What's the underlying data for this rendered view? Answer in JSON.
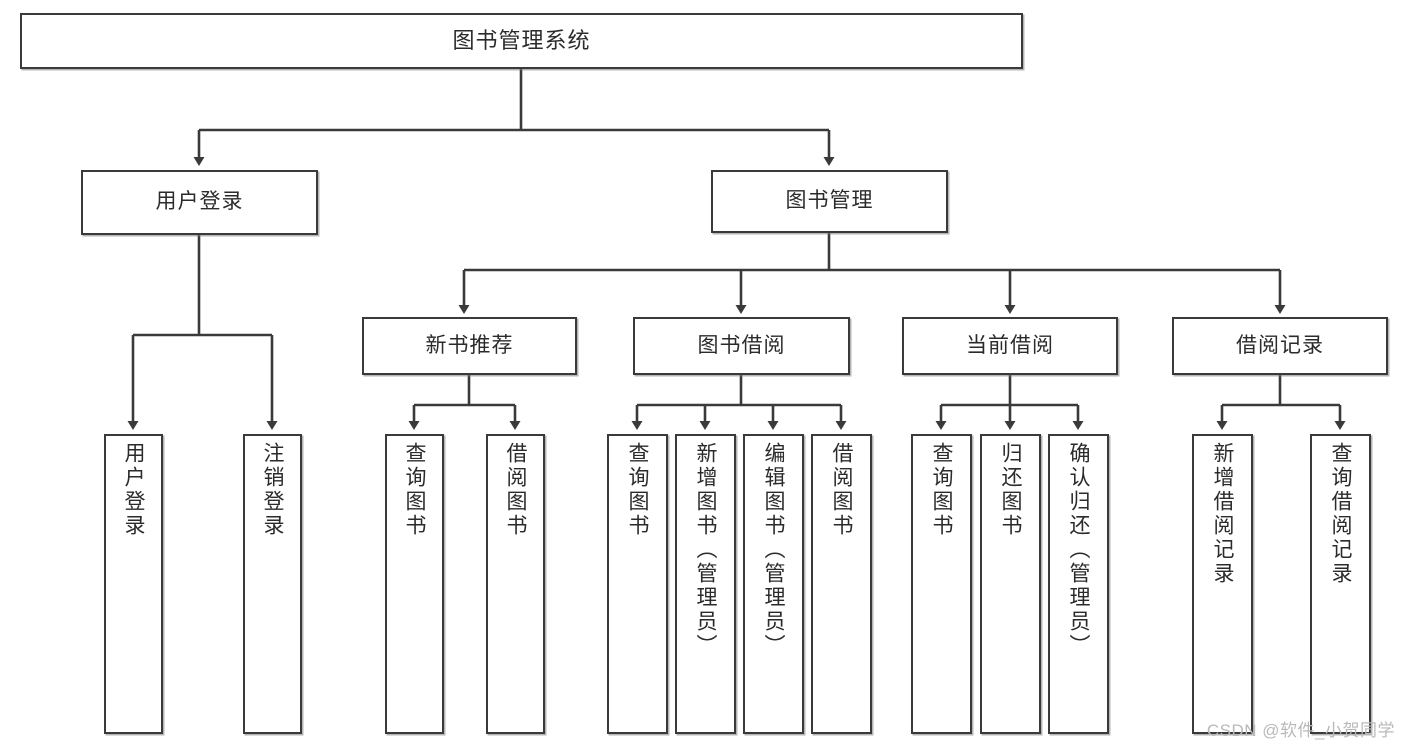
{
  "diagram": {
    "title": "图书管理系统",
    "type": "tree",
    "watermark": "CSDN @软件_小贺同学",
    "colors": {
      "border": "#3a3a3a",
      "fill": "#ffffff",
      "text": "#2b2b2b",
      "watermark": "#b9b9b9",
      "background": "#ffffff"
    },
    "nodes": {
      "root": {
        "label": "图书管理系统"
      },
      "tier1": [
        {
          "label": "用户登录"
        },
        {
          "label": "图书管理"
        }
      ],
      "tier2": [
        {
          "label": "新书推荐"
        },
        {
          "label": "图书借阅"
        },
        {
          "label": "当前借阅"
        },
        {
          "label": "借阅记录"
        }
      ],
      "leaves": {
        "user_login": [
          {
            "label": "用户登录"
          },
          {
            "label": "注销登录"
          }
        ],
        "new_book": [
          {
            "label": "查询图书"
          },
          {
            "label": "借阅图书"
          }
        ],
        "borrow": [
          {
            "label": "查询图书"
          },
          {
            "label": "新增图书（管理员）"
          },
          {
            "label": "编辑图书（管理员）"
          },
          {
            "label": "借阅图书"
          }
        ],
        "current": [
          {
            "label": "查询图书"
          },
          {
            "label": "归还图书"
          },
          {
            "label": "确认归还（管理员）"
          }
        ],
        "records": [
          {
            "label": "新增借阅记录"
          },
          {
            "label": "查询借阅记录"
          }
        ]
      }
    }
  }
}
